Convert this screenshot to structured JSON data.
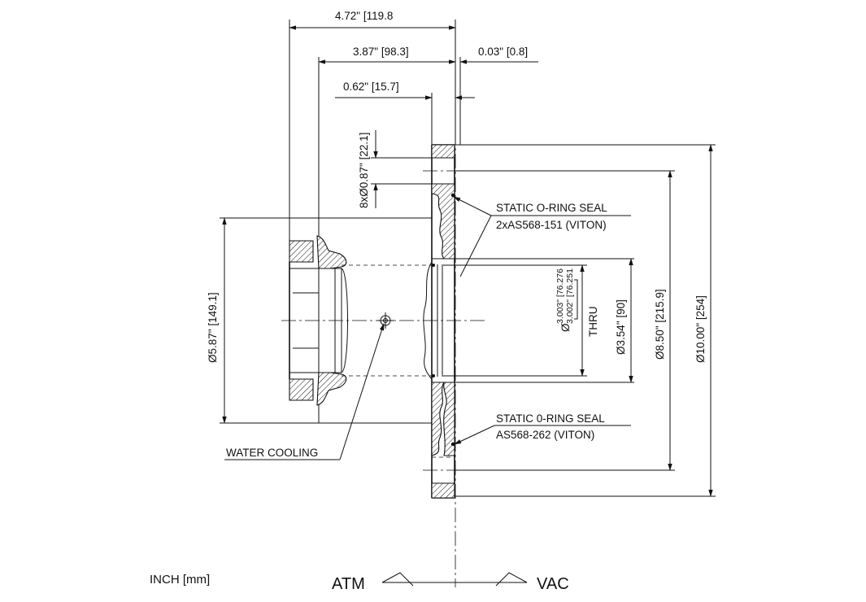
{
  "units_note": "INCH [mm]",
  "dimensions": {
    "overall_length": "4.72\" [119.8",
    "length_to_flange": "3.87\" [98.3]",
    "flange_offset": "0.03\" [0.8]",
    "flange_thickness": "0.62\" [15.7]",
    "bolt_holes": "8xØ0.87\" [22.1]",
    "body_diameter": "Ø5.87\" [149.1]",
    "bore_upper": "3.003\" [76.276",
    "bore_lower": "3.002\" [76.251",
    "bore_prefix": "Ø",
    "thru": "THRU",
    "bore_diameter": "Ø3.54\" [90]",
    "bolt_circle": "Ø8.50\" [215.9]",
    "flange_diameter": "Ø10.00\" [254]"
  },
  "callouts": {
    "upper_seal_title": "STATIC O-RING SEAL",
    "upper_seal_spec": "2xAS568-151 (VITON)",
    "lower_seal_title": "STATIC 0-RING SEAL",
    "lower_seal_spec": "AS568-262 (VITON)",
    "water_cooling": "WATER COOLING"
  },
  "sides": {
    "atm": "ATM",
    "vac": "VAC"
  }
}
